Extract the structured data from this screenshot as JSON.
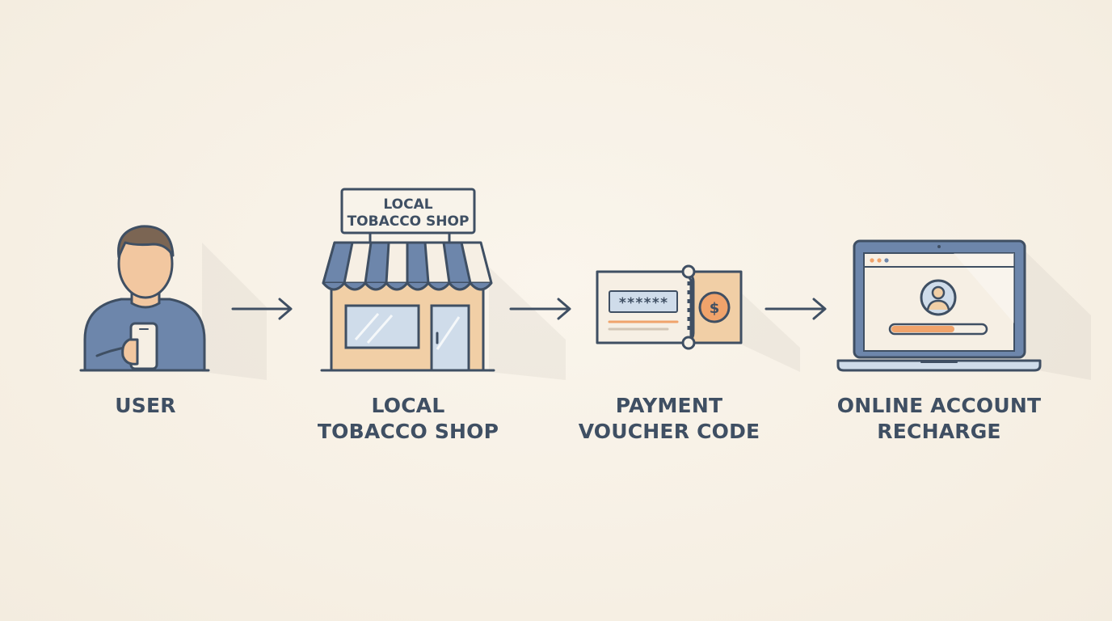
{
  "steps": [
    {
      "id": "user",
      "label_lines": [
        "USER"
      ],
      "icon": "user-with-phone-icon"
    },
    {
      "id": "shop",
      "label_lines": [
        "LOCAL",
        "TOBACCO SHOP"
      ],
      "icon": "storefront-icon",
      "sign_lines": [
        "LOCAL",
        "TOBACCO SHOP"
      ]
    },
    {
      "id": "voucher",
      "label_lines": [
        "PAYMENT",
        "VOUCHER CODE"
      ],
      "icon": "voucher-ticket-icon",
      "masked_code": "******",
      "currency_symbol": "$"
    },
    {
      "id": "recharge",
      "label_lines": [
        "ONLINE ACCOUNT",
        "RECHARGE"
      ],
      "icon": "laptop-account-icon"
    }
  ],
  "arrows": 3,
  "colors": {
    "background": "#f7f1e6",
    "outline": "#3f4f63",
    "blue": "#6d86ab",
    "skin": "#f2c7a0",
    "hair": "#7b6553",
    "peach": "#f1cfa6",
    "glass": "#cfdcea",
    "accent_orange": "#f0a36b",
    "paper": "#f6efe4"
  }
}
